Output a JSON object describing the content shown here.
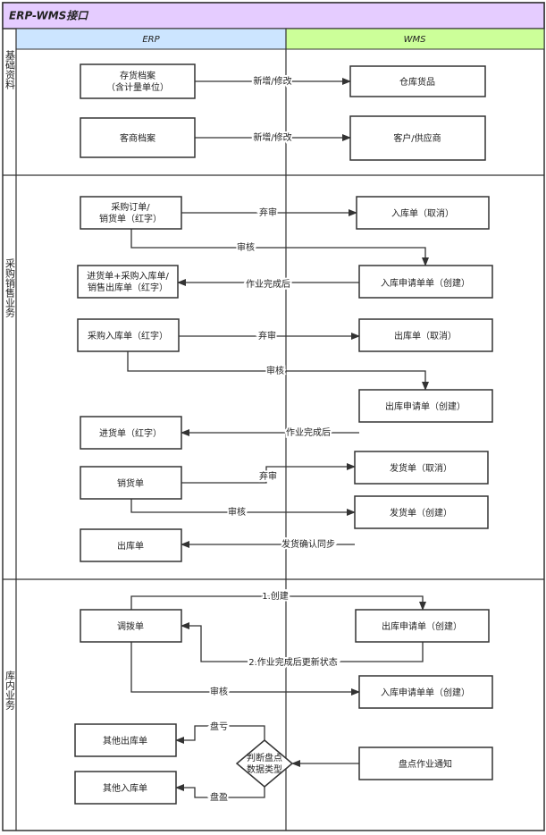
{
  "title": "ERP-WMS接口",
  "lanes": {
    "erp": "ERP",
    "wms": "WMS"
  },
  "sections": {
    "basic": "基础资料",
    "purchase_sales": "采购销售业务",
    "warehouse": "库内业务"
  },
  "nodes": {
    "inventory_file": [
      "存货档案",
      "（含计量单位）"
    ],
    "warehouse_goods": "仓库货品",
    "customer_file": "客商档案",
    "customer_supplier": "客户/供应商",
    "po_red": [
      "采购订单/",
      "销货单（红字）"
    ],
    "inbound_cancel": "入库单（取消）",
    "purchase_inbound_combo": [
      "进货单+采购入库单/",
      "销售出库单（红字）"
    ],
    "inbound_request_create_1": "入库申请单单（创建）",
    "purchase_inbound_red": "采购入库单（红字）",
    "outbound_cancel": "出库单（取消）",
    "outbound_request_create_1": "出库申请单（创建）",
    "purchase_red": "进货单（红字）",
    "delivery_cancel": "发货单（取消）",
    "sales_order": "销货单",
    "delivery_create": "发货单（创建）",
    "outbound_order": "出库单",
    "transfer_order": "调拨单",
    "outbound_request_create_2": "出库申请单（创建）",
    "inbound_request_create_2": "入库申请单单（创建）",
    "other_outbound": "其他出库单",
    "other_inbound": "其他入库单",
    "stocktake_notice": "盘点作业通知",
    "decision": [
      "判断盘点",
      "数据类型"
    ]
  },
  "edges": {
    "add_modify_1": "新增/修改",
    "add_modify_2": "新增/修改",
    "unapprove_1": "弃审",
    "approve_1": "审核",
    "after_done_1": "作业完成后",
    "unapprove_2": "弃审",
    "approve_2": "审核",
    "after_done_2": "作业完成后",
    "unapprove_3": "弃审",
    "approve_3": "审核",
    "delivery_sync": "发货确认同步",
    "create_step": "1.创建",
    "update_step": "2.作业完成后更新状态",
    "approve_4": "审核",
    "loss": "盘亏",
    "gain": "盘盈"
  }
}
